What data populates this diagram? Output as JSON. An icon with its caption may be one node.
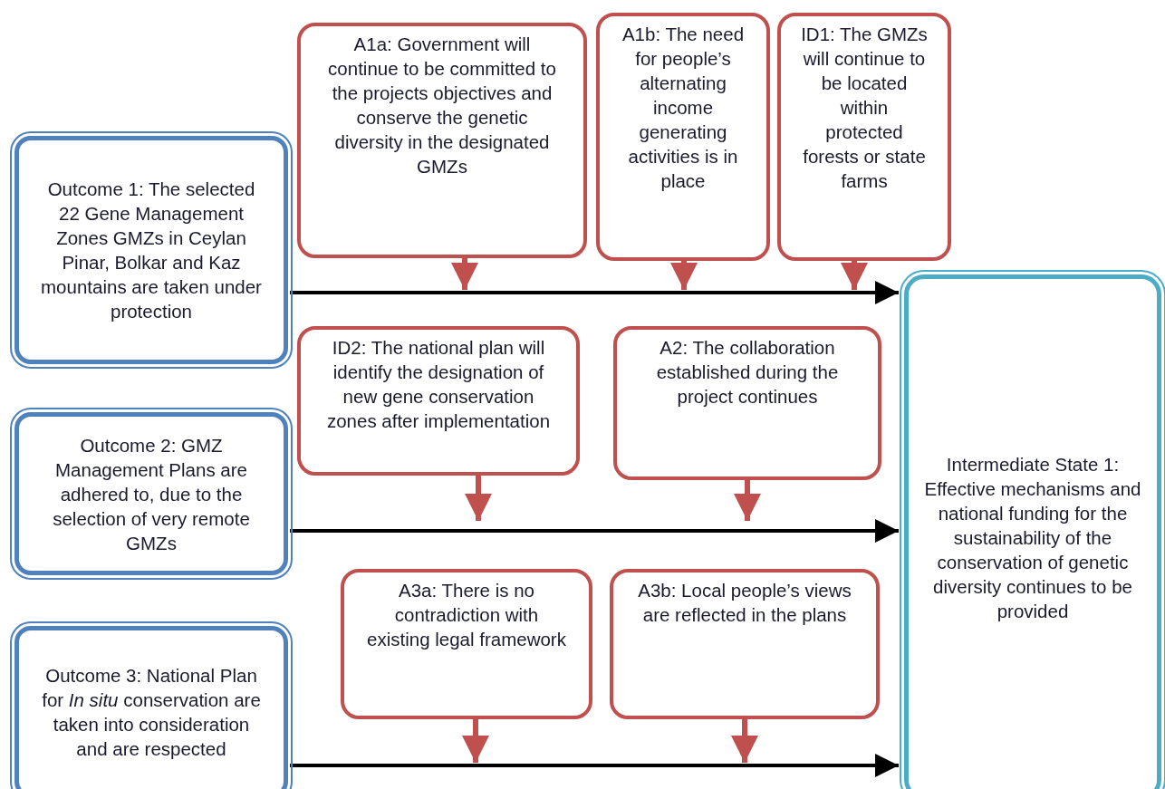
{
  "diagram": {
    "nodes": [
      {
        "text": [
          "Outcome 1: The selected 22 Gene Management Zones GMZs in Ceylan Pinar, Bolkar and Kaz mountains are taken under protection"
        ]
      },
      {
        "text": [
          "Outcome 2: GMZ Management Plans are adhered to, due to the selection of very remote GMZs"
        ]
      },
      {
        "text": [
          "Outcome 3: National Plan for *In situ* conservation are taken into consideration and are respected"
        ]
      },
      {
        "text": [
          "A1a: Government will continue to be committed to the projects objectives and conserve the genetic diversity in the designated GMZs"
        ]
      },
      {
        "text": [
          "A1b: The need for people’s alternating income generating activities is in place"
        ]
      },
      {
        "text": [
          "ID1: The GMZs will continue to be located within protected forests or state farms"
        ]
      },
      {
        "text": [
          "ID2: The national plan will identify the designation of new gene conservation zones after implementation"
        ]
      },
      {
        "text": [
          "A2: The collaboration established during the project continues"
        ]
      },
      {
        "text": [
          "A3a: There is no contradiction with existing legal framework"
        ]
      },
      {
        "text": [
          "A3b: Local people’s views are reflected in the plans"
        ]
      },
      {
        "text": [
          "Intermediate State 1: Effective mechanisms and national funding for the sustainability of the conservation of genetic diversity continues to be provided"
        ]
      }
    ],
    "edges": [
      {
        "from": 0,
        "to": 10,
        "arrow": "to",
        "color": "#000000"
      },
      {
        "from": 1,
        "to": 10,
        "arrow": "to",
        "color": "#000000"
      },
      {
        "from": 2,
        "to": 10,
        "arrow": "to",
        "color": "#000000"
      },
      {
        "from": 3,
        "to": null,
        "arrow": "to"
      },
      {
        "from": 4,
        "to": null,
        "arrow": "to"
      },
      {
        "from": 5,
        "to": null,
        "arrow": "to"
      },
      {
        "from": 6,
        "to": null,
        "arrow": "to"
      },
      {
        "from": 7,
        "to": null,
        "arrow": "to"
      },
      {
        "from": 8,
        "to": null,
        "arrow": "to"
      },
      {
        "from": 9,
        "to": null,
        "arrow": "to"
      }
    ]
  }
}
